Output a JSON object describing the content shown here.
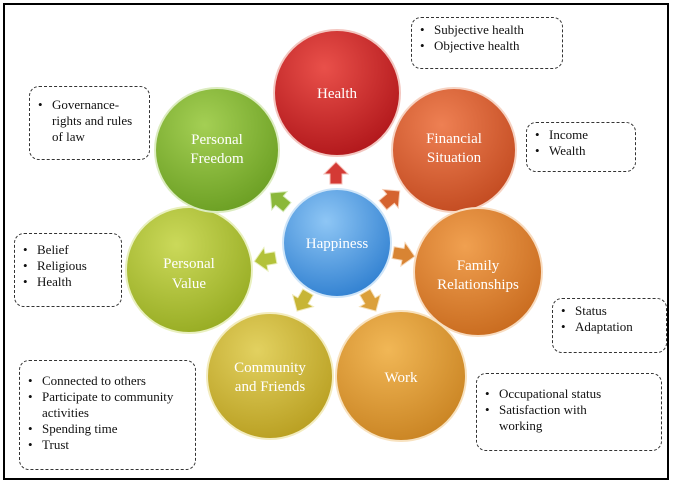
{
  "center": {
    "label": "Happiness"
  },
  "factors": [
    {
      "id": "health",
      "lines": [
        "Health"
      ],
      "color": "#c4161c"
    },
    {
      "id": "financial",
      "lines": [
        "Financial",
        "Situation"
      ],
      "color": "#d4552a"
    },
    {
      "id": "family",
      "lines": [
        "Family",
        "Relationships"
      ],
      "color": "#d87a2a"
    },
    {
      "id": "work",
      "lines": [
        "Work"
      ],
      "color": "#d9942e"
    },
    {
      "id": "community",
      "lines": [
        "Community",
        "and Friends"
      ],
      "color": "#c9b22e"
    },
    {
      "id": "value",
      "lines": [
        "Personal",
        "Value"
      ],
      "color": "#a8be2e"
    },
    {
      "id": "freedom",
      "lines": [
        "Personal",
        "Freedom"
      ],
      "color": "#7fb22c"
    }
  ],
  "notes": {
    "health": [
      "Subjective health",
      "Objective health"
    ],
    "financial": [
      "Income",
      "Wealth"
    ],
    "family": [
      "Status",
      "Adaptation"
    ],
    "work": [
      "Occupational status",
      "Satisfaction with working"
    ],
    "community": [
      "Connected to others",
      "Participate to community activities",
      "Spending time",
      "Trust"
    ],
    "value": [
      "Belief",
      "Religious",
      "Health"
    ],
    "freedom": [
      "Governance-rights and rules of law"
    ]
  }
}
